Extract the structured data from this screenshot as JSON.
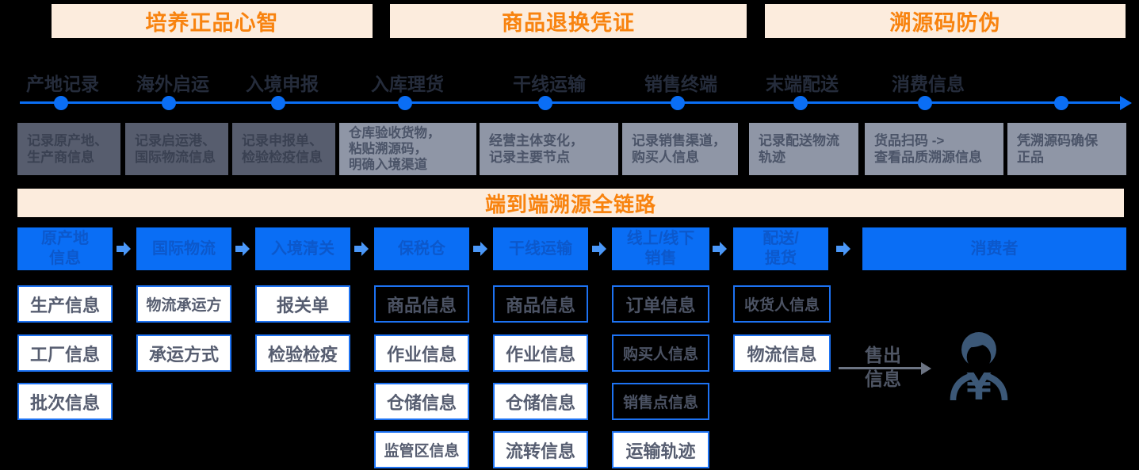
{
  "colors": {
    "background": "#000000",
    "accent_blue": "#0a6ef5",
    "arrow_blue": "#4a97f8",
    "peach_banner": "#fcecdd",
    "orange_text": "#f8830f",
    "dark_note_bg": "#575d6e",
    "light_note_bg": "#8f96a6",
    "detail_border_blue": "#1d72f2",
    "person_slate": "#3c5877"
  },
  "headers": [
    {
      "label": "培养正品心智"
    },
    {
      "label": "商品退换凭证"
    },
    {
      "label": "溯源码防伪"
    }
  ],
  "timeline": {
    "stages": [
      {
        "label": "产地记录"
      },
      {
        "label": "海外启运"
      },
      {
        "label": "入境申报"
      },
      {
        "label": "入库理货"
      },
      {
        "label": "干线运输"
      },
      {
        "label": "销售终端"
      },
      {
        "label": "末端配送"
      },
      {
        "label": "消费信息"
      }
    ]
  },
  "stage_notes": [
    {
      "text": "记录原产地、\n生产商信息",
      "variant": "dark"
    },
    {
      "text": "记录启运港、\n国际物流信息",
      "variant": "dark"
    },
    {
      "text": "记录申报单、\n检验检疫信息",
      "variant": "dark"
    },
    {
      "text": "仓库验收货物，\n粘贴溯源码，\n明确入境渠道",
      "variant": "light"
    },
    {
      "text": "经营主体变化，\n记录主要节点",
      "variant": "light"
    },
    {
      "text": "记录销售渠道，\n购买人信息",
      "variant": "light"
    },
    {
      "text": "记录配送物流\n轨迹",
      "variant": "light"
    },
    {
      "text": "货品扫码 ->\n查看品质溯源信息",
      "variant": "light"
    },
    {
      "text": "凭溯源码确保\n正品",
      "variant": "light"
    }
  ],
  "banner": {
    "label": "端到端溯源全链路"
  },
  "process_steps": [
    {
      "label": "原产地\n信息"
    },
    {
      "label": "国际物流"
    },
    {
      "label": "入境清关"
    },
    {
      "label": "保税仓"
    },
    {
      "label": "干线运输"
    },
    {
      "label": "线上/线下\n销售"
    },
    {
      "label": "配送/\n提货"
    },
    {
      "label": "消费者"
    }
  ],
  "detail_columns": [
    {
      "items": [
        "生产信息",
        "工厂信息",
        "批次信息"
      ]
    },
    {
      "items": [
        "物流承运方",
        "承运方式"
      ]
    },
    {
      "items": [
        "报关单",
        "检验检疫"
      ]
    },
    {
      "items": [
        "商品信息",
        "作业信息",
        "仓储信息",
        "监管区信息"
      ]
    },
    {
      "items": [
        "商品信息",
        "作业信息",
        "仓储信息",
        "流转信息"
      ]
    },
    {
      "items": [
        "订单信息",
        "购买人信息",
        "销售点信息",
        "运输轨迹"
      ]
    },
    {
      "items": [
        "收货人信息",
        "物流信息"
      ]
    }
  ],
  "sold_arrow": {
    "label": "售出\n信息"
  }
}
